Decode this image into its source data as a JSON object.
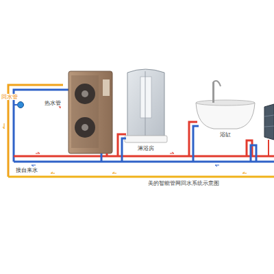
{
  "diagram": {
    "caption": "美的智能管网回水系统示意图",
    "labels": [
      "回水管",
      "热水管",
      "接自来水",
      "淋浴房",
      "浴缸"
    ]
  }
}
